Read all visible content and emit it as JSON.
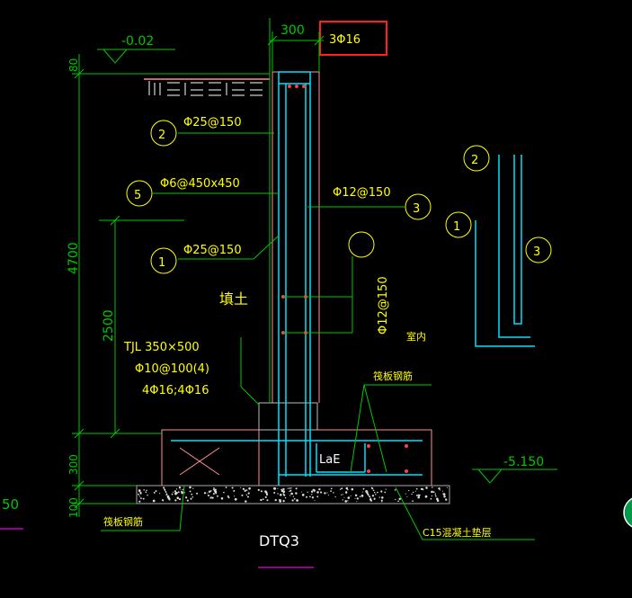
{
  "drawing_title": "DTQ3",
  "callouts": {
    "top_bar": "3Φ16",
    "bar2": "Φ25@150",
    "bar5": "Φ6@450x450",
    "bar3": "Φ12@150",
    "bar1": "Φ25@150",
    "vertical": "Φ12@150"
  },
  "circle_labels": [
    "2",
    "5",
    "3",
    "1",
    "2",
    "1",
    "3"
  ],
  "dimensions": {
    "wall_width": "300",
    "top": "80",
    "height_total": "4700",
    "height_lower": "2500",
    "raft_thickness": "300",
    "cushion": "100",
    "left_partial": "50"
  },
  "elevations": {
    "top": "-0.02",
    "bottom": "-5.150"
  },
  "beam": {
    "line1": "TJL 350×500",
    "line2": "Φ10@100(4)",
    "line3": "4Φ16;4Φ16"
  },
  "labels": {
    "fill": "填土",
    "indoor": "室内",
    "raft_rebar_right": "筏板钢筋",
    "raft_rebar_left": "筏板钢筋",
    "lae": "LaE",
    "cushion_layer": "C15混凝土垫层"
  },
  "colors": {
    "background": "#000000",
    "dim_green": "#00c800",
    "text_yellow": "#ffff00",
    "rebar_cyan": "#00e0ff",
    "concrete_pink": "#ff9090",
    "highlight_red": "#ff2020",
    "title_magenta": "#c000c0"
  }
}
